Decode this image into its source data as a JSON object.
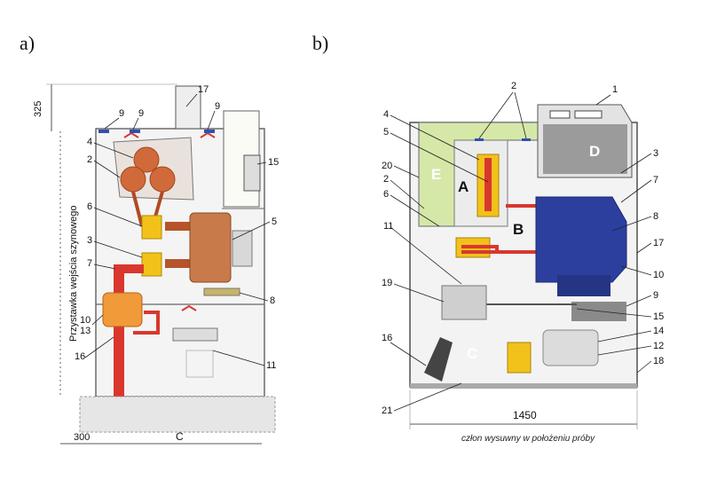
{
  "panels": {
    "a": {
      "label": "a)",
      "side_text": "Przystawka wejścia szynowego",
      "dims": {
        "top": "325",
        "bottom_left": "300",
        "bottom_c": "C"
      },
      "callouts": [
        "17",
        "9",
        "9",
        "9",
        "4",
        "2",
        "15",
        "6",
        "5",
        "3",
        "7",
        "8",
        "10",
        "13",
        "16",
        "11"
      ]
    },
    "b": {
      "label": "b)",
      "zones": {
        "A": "A",
        "B": "B",
        "C": "C",
        "D": "D",
        "E": "E"
      },
      "dim_width": "1450",
      "caption": "człon wysuwny w położeniu próby",
      "callouts": [
        "2",
        "1",
        "4",
        "5",
        "20",
        "2",
        "6",
        "3",
        "7",
        "8",
        "17",
        "11",
        "10",
        "19",
        "9",
        "15",
        "16",
        "14",
        "12",
        "18",
        "21"
      ]
    }
  },
  "colors": {
    "busbar_red": "#d9372e",
    "insulator_yellow": "#f2c21b",
    "breaker_blue": "#2d3f9e",
    "compartment_green": "#d6e8a8",
    "cabinet_line": "#555555"
  }
}
